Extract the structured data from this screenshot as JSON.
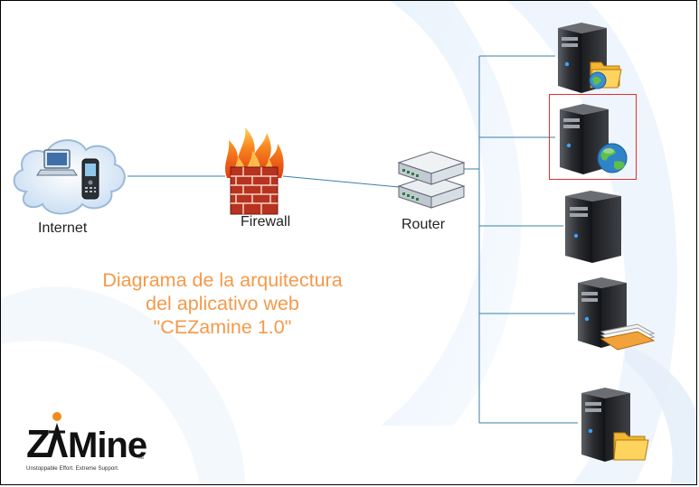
{
  "diagram": {
    "labels": {
      "internet": "Internet",
      "firewall": "Firewall",
      "router": "Router"
    },
    "caption": {
      "line1": "Diagrama de la arquitectura",
      "line2": "del aplicativo web",
      "line3": "\"CEZamine 1.0\""
    },
    "servers": [
      {
        "icon": "file-server-icon"
      },
      {
        "icon": "web-server-icon",
        "selected": true
      },
      {
        "icon": "server-icon"
      },
      {
        "icon": "print-server-icon"
      },
      {
        "icon": "folder-server-icon"
      }
    ],
    "colors": {
      "caption": "#f39a4b",
      "connector": "#3b7fa6",
      "selection": "#e03131"
    }
  },
  "logo": {
    "text": "ZAMine",
    "tagline": "Unstoppable Effort. Extreme Support."
  }
}
